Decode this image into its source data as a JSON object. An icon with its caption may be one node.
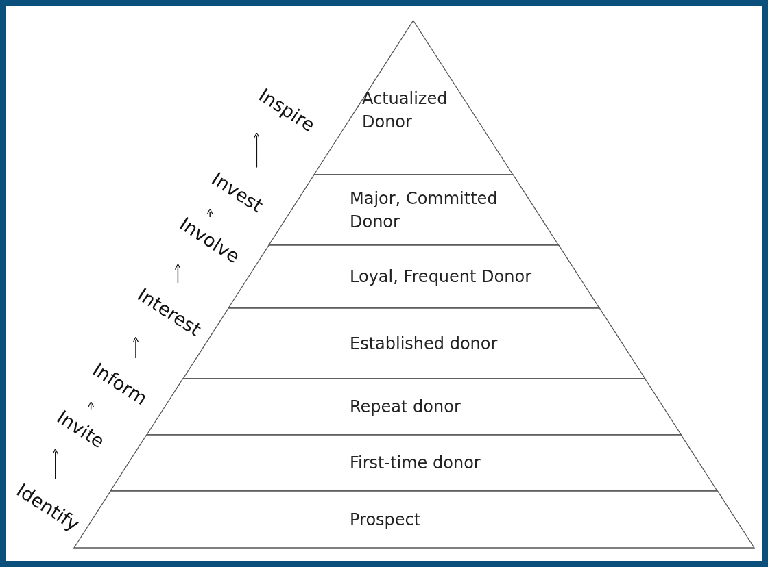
{
  "diagram": {
    "nodes": [
      {
        "text": [
          "Actualized Donor"
        ]
      },
      {
        "text": [
          "Major, Committed Donor"
        ]
      },
      {
        "text": [
          "Loyal, Frequent Donor"
        ]
      },
      {
        "text": [
          "Established donor"
        ]
      },
      {
        "text": [
          "Repeat donor"
        ]
      },
      {
        "text": [
          "First-time donor"
        ]
      },
      {
        "text": [
          "Prospect"
        ]
      },
      {
        "text": [
          "Inspire"
        ]
      },
      {
        "text": [
          "Invest"
        ]
      },
      {
        "text": [
          "Involve"
        ]
      },
      {
        "text": [
          "Interest"
        ]
      },
      {
        "text": [
          "Inform"
        ]
      },
      {
        "text": [
          "Invite"
        ]
      },
      {
        "text": [
          "Identify"
        ]
      }
    ],
    "edges": [
      {
        "from": 13,
        "to": 12,
        "arrow": "to"
      },
      {
        "from": 12,
        "to": 11,
        "arrow": "to"
      },
      {
        "from": 11,
        "to": 10,
        "arrow": "to"
      },
      {
        "from": 10,
        "to": 9,
        "arrow": "to"
      },
      {
        "from": 9,
        "to": 8,
        "arrow": "to"
      },
      {
        "from": 8,
        "to": 7,
        "arrow": "to"
      }
    ]
  }
}
